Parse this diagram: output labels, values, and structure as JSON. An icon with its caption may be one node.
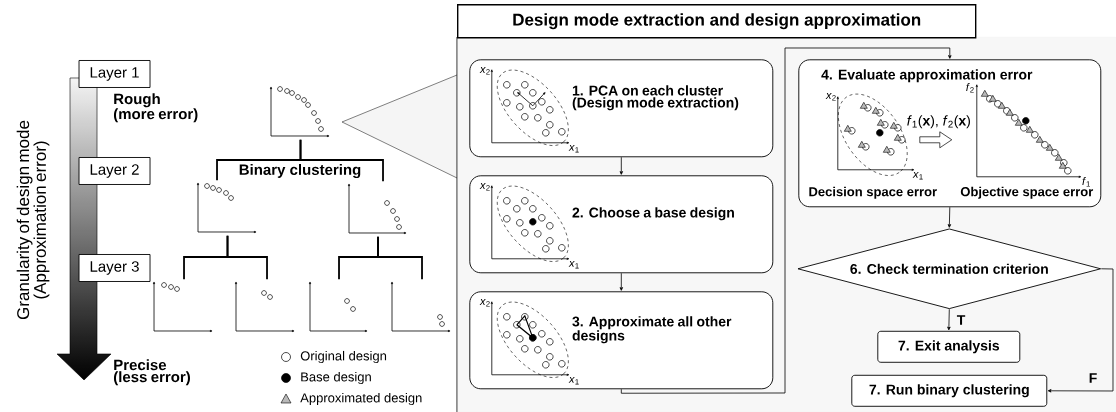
{
  "diagram": {
    "nodes": [
      {
        "text": [
          "Layer 1"
        ]
      },
      {
        "text": [
          "Layer 2"
        ]
      },
      {
        "text": [
          "Layer 3"
        ]
      },
      {
        "text": [],
        "shape": "picture"
      },
      {
        "text": [],
        "shape": "picture"
      },
      {
        "text": [],
        "shape": "picture"
      },
      {
        "text": [],
        "shape": "picture"
      },
      {
        "text": [],
        "shape": "picture"
      },
      {
        "text": [],
        "shape": "picture"
      },
      {
        "text": [],
        "shape": "picture"
      },
      {
        "text": [
          "Design mode extraction and design approximation"
        ]
      },
      {
        "text": [
          "*x*$_{2}$",
          "1. PCA on each cluster (Design mode extraction)",
          "*x*$_{1}$"
        ],
        "in": 10
      },
      {
        "text": [
          "*x*$_{2}$",
          "2. Choose a base design",
          "*x*$_{1}$"
        ],
        "in": 10
      },
      {
        "text": [
          "*x*$_{2}$",
          "3. Approximate all other designs",
          "*x*$_{1}$"
        ],
        "in": 10
      },
      {
        "text": [
          "4. Evaluate approximation error",
          "*x*$_{2}$",
          "*f*$_{2}$",
          "*f*$_{1}$(**x**), *f*$_{2}$(**x**)",
          "*x*$_{1}$",
          "*f*$_{1}$",
          "Decision space error",
          "Objective space error"
        ],
        "in": 10
      },
      {
        "text": [
          "6. Check termination criterion"
        ],
        "in": 10
      },
      {
        "text": [
          "7. Exit analysis"
        ],
        "in": 10
      },
      {
        "text": [
          "7. Run binary clustering"
        ],
        "in": 10
      }
    ],
    "edges": [
      {
        "from": 3,
        "to": 4,
        "arrow": "none"
      },
      {
        "from": 3,
        "to": 5,
        "arrow": "none"
      },
      {
        "from": 4,
        "to": 6,
        "arrow": "none"
      },
      {
        "from": 4,
        "to": 7,
        "arrow": "none"
      },
      {
        "from": 5,
        "to": 8,
        "arrow": "none"
      },
      {
        "from": 5,
        "to": 9,
        "arrow": "none"
      },
      {
        "from": 11,
        "to": 12,
        "arrow": "to"
      },
      {
        "from": 12,
        "to": 13,
        "arrow": "to"
      },
      {
        "from": 13,
        "to": 14,
        "arrow": "to"
      },
      {
        "from": 14,
        "to": 15,
        "arrow": "to"
      },
      {
        "from": 15,
        "to": 16,
        "label": "T",
        "arrow": "to"
      },
      {
        "from": 15,
        "to": 17,
        "label": "F",
        "arrow": "to"
      }
    ],
    "labels": [
      "Granularity of design mode (Approximation error)",
      "Rough (more error)",
      "Binary clustering",
      "Precise (less error)"
    ],
    "legend": [
      {
        "text": "Original design"
      },
      {
        "text": "Base design"
      },
      {
        "text": "Approximated design"
      }
    ]
  }
}
